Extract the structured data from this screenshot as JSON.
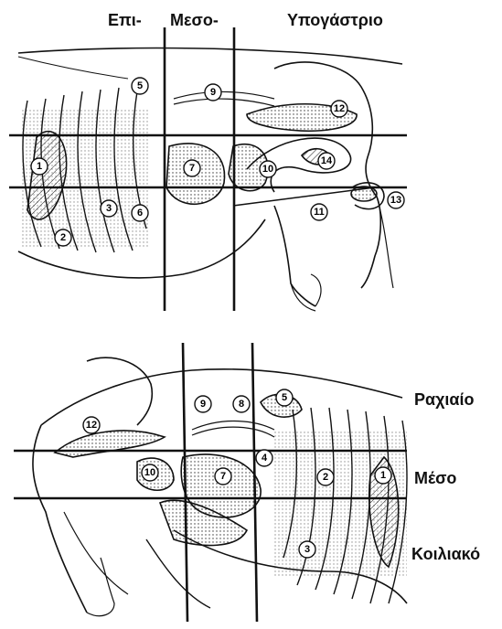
{
  "regions_top": {
    "epi": "Επι-",
    "meso": "Μεσο-",
    "hypo": "Υπογάστριο"
  },
  "regions_side": {
    "dorsal": "Ραχιαίο",
    "middle": "Μέσο",
    "ventral": "Κοιλιακό"
  },
  "upper_numbers": [
    "1",
    "2",
    "3",
    "5",
    "6",
    "7",
    "9",
    "10",
    "11",
    "12",
    "13",
    "14"
  ],
  "lower_numbers": [
    "1",
    "2",
    "3",
    "4",
    "5",
    "7",
    "8",
    "9",
    "10",
    "12"
  ]
}
